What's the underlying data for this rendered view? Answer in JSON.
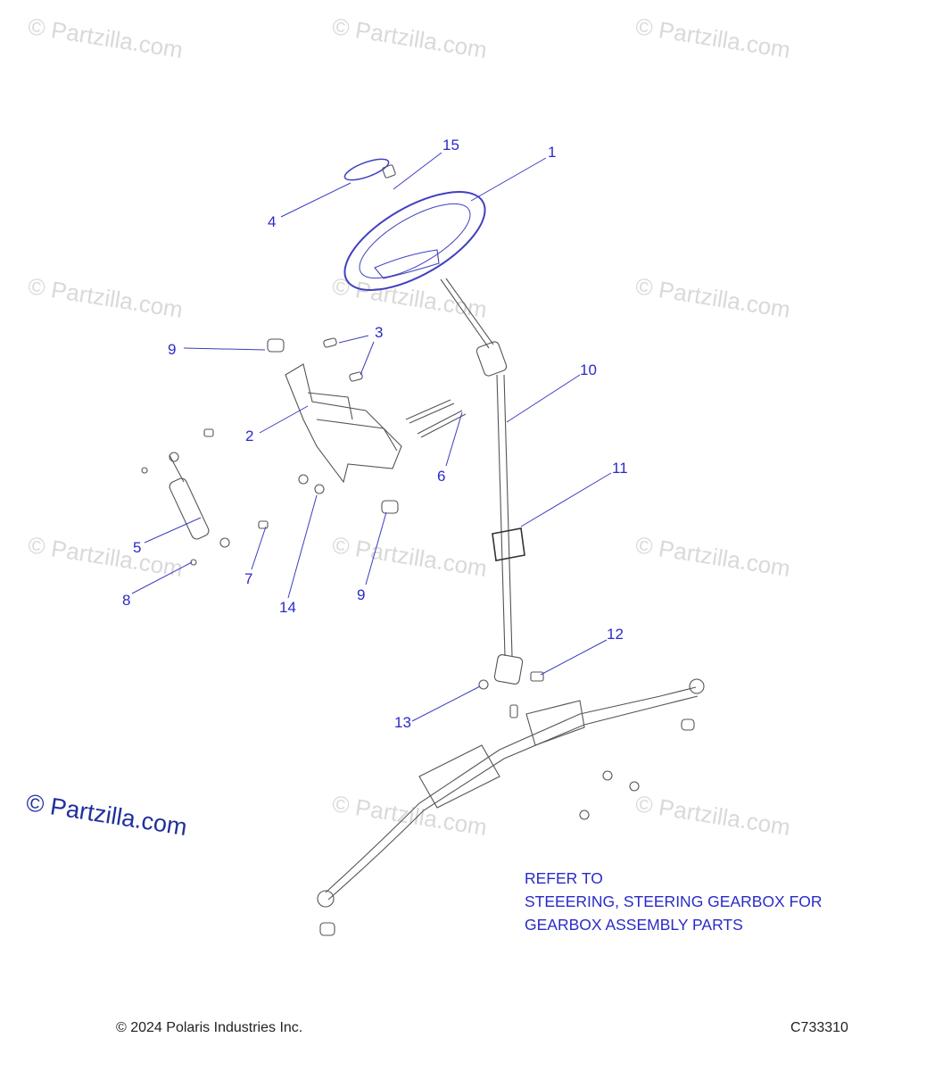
{
  "watermark": {
    "text": "© Partzilla.com",
    "main_text": "© Partzilla.com"
  },
  "callouts": [
    "1",
    "2",
    "3",
    "4",
    "5",
    "6",
    "7",
    "8",
    "9",
    "9",
    "10",
    "11",
    "12",
    "13",
    "14",
    "15"
  ],
  "note": {
    "line1": "REFER TO",
    "line2": "STEEERING, STEERING GEARBOX FOR",
    "line3": "GEARBOX ASSEMBLY PARTS"
  },
  "footer": {
    "copyright": "© 2024 Polaris Industries Inc.",
    "code": "C733310"
  },
  "colors": {
    "accent": "#2a2ac8",
    "line": "#3c3cc0",
    "part_outline": "#555555",
    "watermark": "#d9d9d9"
  }
}
